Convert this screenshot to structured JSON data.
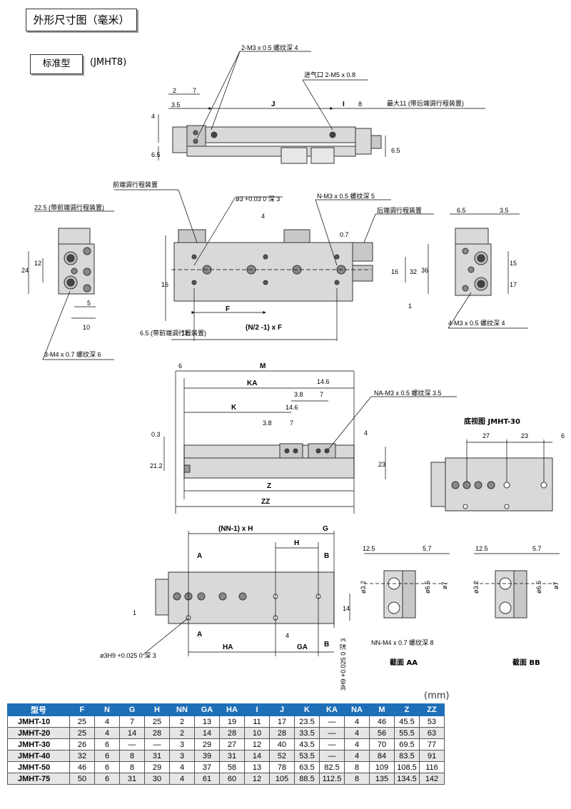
{
  "header": {
    "title": "外形尺寸图（毫米）",
    "standard_label": "标准型",
    "standard_model": "(JMHT8)"
  },
  "labels": {
    "screw_top": "2-M3 x 0.5 螺纹深 4",
    "inlet": "进气口 2-M5 x 0.8",
    "max11": "最大11 (带后端调行程装置)",
    "front_adj": "前端调行程装置",
    "front_225": "22.5 (带前端调行程装置)",
    "pin_hole": "ø3 +0.03 0 深 3",
    "n_screw": "N-M3 x 0.5 螺纹深 5",
    "rear_adj": "后端调行程装置",
    "front_65": "6.5 (带前端调行程装置)",
    "m4_3": "3-M4 x 0.7 螺纹深 6",
    "m3_4": "4-M3 x 0.5 螺纹深 4",
    "na_screw": "NA-M3 x 0.5 螺纹深 3.5",
    "bottom_view": "底视图 JMHT-30",
    "nn_screw": "NN-M4 x 0.7 螺纹深 8",
    "h9_hole": "ø3H9 +0.025 0 深 3",
    "h9_side": "3H9 +0.025 0 深 3",
    "sec_aa": "截面 AA",
    "sec_bb": "截面 BB",
    "nf": "(N/2 -1) x F",
    "nnh": "(NN-1) x H"
  },
  "dims": {
    "d2": "2",
    "d7": "7",
    "d35": "3.5",
    "dJ": "J",
    "dI": "I",
    "d8": "8",
    "d4": "4",
    "d65": "6.5",
    "d24": "24",
    "d12": "12",
    "d5": "5",
    "d10": "10",
    "d16": "16",
    "d32": "32",
    "d36": "36",
    "d07": "0.7",
    "d1": "1",
    "dF": "F",
    "d3": "3",
    "d15": "15",
    "d17": "17",
    "d6": "6",
    "dM": "M",
    "dKA": "KA",
    "d146": "14.6",
    "d38": "3.8",
    "dK": "K",
    "d03": "0.3",
    "d212": "21.2",
    "d23": "23",
    "dZ": "Z",
    "dZZ": "ZZ",
    "d27": "27",
    "dH": "H",
    "dG": "G",
    "dA": "A",
    "dB": "B",
    "d14": "14",
    "dHA": "HA",
    "dGA": "GA",
    "d125": "12.5",
    "d57": "5.7",
    "dphi32": "ø3.2",
    "dphi65": "ø6.5",
    "dphi7": "ø7"
  },
  "table": {
    "unit": "(mm)",
    "columns": [
      "型号",
      "F",
      "N",
      "G",
      "H",
      "NN",
      "GA",
      "HA",
      "I",
      "J",
      "K",
      "KA",
      "NA",
      "M",
      "Z",
      "ZZ"
    ],
    "rows": [
      [
        "JMHT-10",
        "25",
        "4",
        "7",
        "25",
        "2",
        "13",
        "19",
        "11",
        "17",
        "23.5",
        "—",
        "4",
        "46",
        "45.5",
        "53"
      ],
      [
        "JMHT-20",
        "25",
        "4",
        "14",
        "28",
        "2",
        "14",
        "28",
        "10",
        "28",
        "33.5",
        "—",
        "4",
        "56",
        "55.5",
        "63"
      ],
      [
        "JMHT-30",
        "26",
        "6",
        "—",
        "—",
        "3",
        "29",
        "27",
        "12",
        "40",
        "43.5",
        "—",
        "4",
        "70",
        "69.5",
        "77"
      ],
      [
        "JMHT-40",
        "32",
        "6",
        "8",
        "31",
        "3",
        "39",
        "31",
        "14",
        "52",
        "53.5",
        "—",
        "4",
        "84",
        "83.5",
        "91"
      ],
      [
        "JMHT-50",
        "46",
        "6",
        "8",
        "29",
        "4",
        "37",
        "58",
        "13",
        "78",
        "63.5",
        "82.5",
        "8",
        "109",
        "108.5",
        "116"
      ],
      [
        "JMHT-75",
        "50",
        "6",
        "31",
        "30",
        "4",
        "61",
        "60",
        "12",
        "105",
        "88.5",
        "112.5",
        "8",
        "135",
        "134.5",
        "142"
      ]
    ]
  }
}
